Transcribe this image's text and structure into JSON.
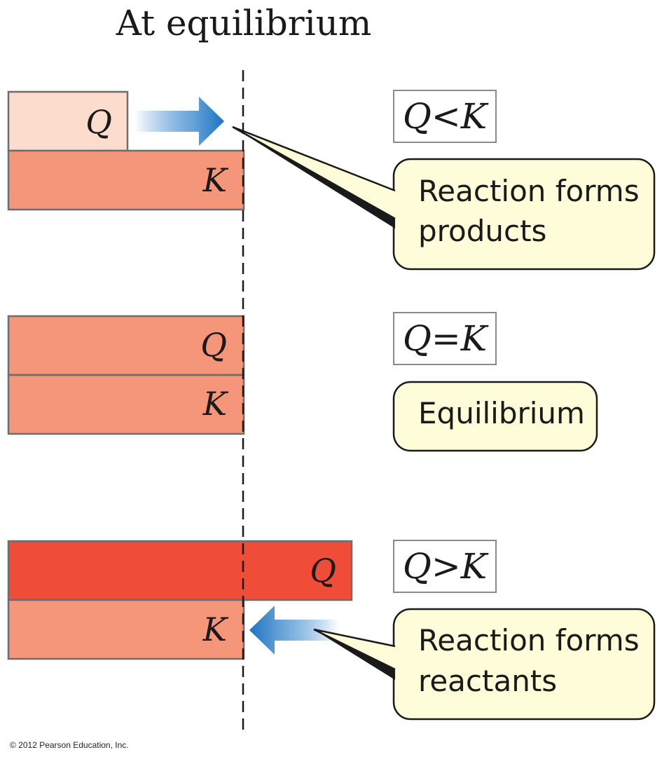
{
  "title": "At equilibrium",
  "colors": {
    "bar_light": "#fbdccd",
    "bar_medium": "#f5967a",
    "bar_dark": "#ef4d38",
    "bar_border": "#6d6d6d",
    "arrow_blue": "#1a73c1",
    "callout_fill": "#fefcd9"
  },
  "panels": [
    {
      "q_label": "Q",
      "k_label": "K",
      "q_relative_to_k": "less",
      "condition": "Q<K",
      "callout_lines": [
        "Reaction forms",
        "products"
      ],
      "arrow_direction": "right"
    },
    {
      "q_label": "Q",
      "k_label": "K",
      "q_relative_to_k": "equal",
      "condition": "Q=K",
      "callout_lines": [
        "Equilibrium"
      ],
      "arrow_direction": "none"
    },
    {
      "q_label": "Q",
      "k_label": "K",
      "q_relative_to_k": "greater",
      "condition": "Q>K",
      "callout_lines": [
        "Reaction forms",
        "reactants"
      ],
      "arrow_direction": "left"
    }
  ],
  "copyright": "© 2012 Pearson Education, Inc."
}
